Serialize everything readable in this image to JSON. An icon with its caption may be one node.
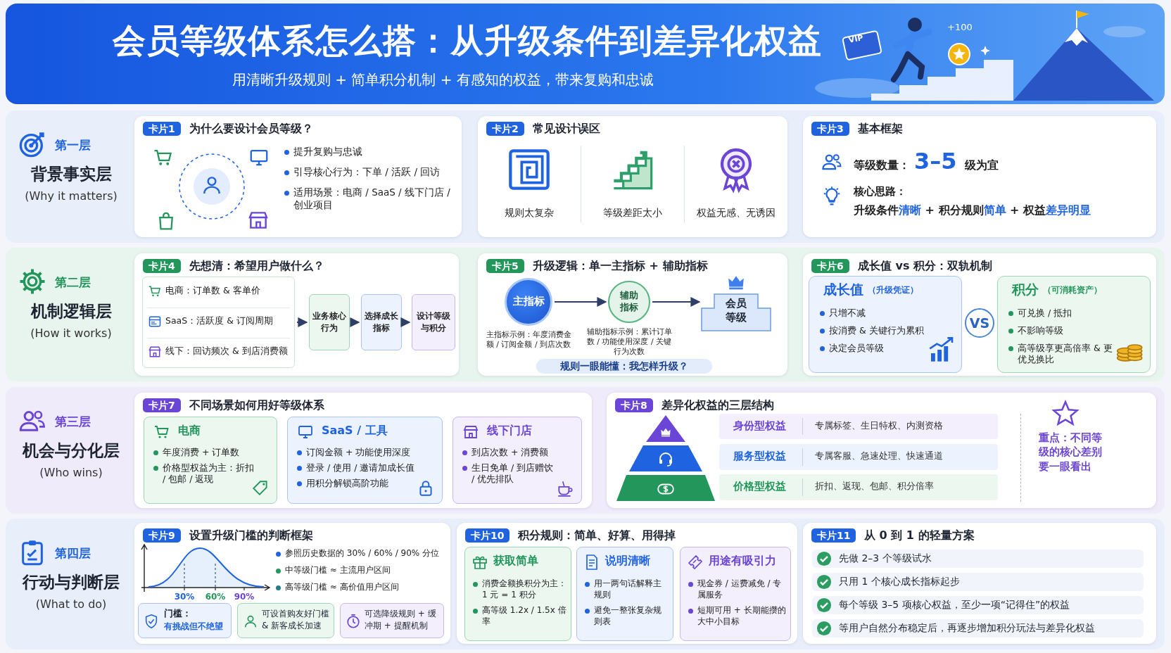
{
  "diagram": {
    "nodes": [
      {
        "text": [
          "会员等级体系怎么搭：从升级条件到差异化权益",
          "用清晰升级规则 + 简单积分机制 + 有感知的权益，带来复购和忠诚"
        ]
      },
      {
        "text": [
          "第一层",
          "背景事实层",
          "(Why it matters)"
        ]
      },
      {
        "text": [
          "卡片1",
          "为什么要设计会员等级？",
          "提升复购与忠诚",
          "引导核心行为：下单 / 活跃 / 回访",
          "适用场景：电商 / SaaS / 线下门店 / 创业项目"
        ],
        "in": 1
      },
      {
        "text": [
          "卡片2",
          "常见设计误区",
          "规则太复杂",
          "等级差距太小",
          "权益无感、无诱因"
        ],
        "in": 1
      },
      {
        "text": [
          "卡片3",
          "基本框架",
          "等级数量：**3–5** 级为宜",
          "核心思路：",
          "升级条件**清晰** + 积分规则**简单** + 权益**差异明显**"
        ],
        "in": 1
      },
      {
        "text": [
          "第二层",
          "机制逻辑层",
          "(How it works)"
        ]
      },
      {
        "text": [
          "卡片4",
          "先想清：希望用户做什么？"
        ],
        "in": 5
      },
      {
        "text": [
          "电商：订单数 & 客单价",
          "SaaS：活跃度 & 订阅周期",
          "线下：回访频次 & 到店消费额"
        ],
        "in": 6
      },
      {
        "text": [
          "业务核心行为"
        ],
        "in": 6
      },
      {
        "text": [
          "选择成长指标"
        ],
        "in": 6
      },
      {
        "text": [
          "设计等级与积分"
        ],
        "in": 6
      },
      {
        "text": [
          "卡片5",
          "升级逻辑：单一主指标 + 辅助指标"
        ],
        "in": 5
      },
      {
        "text": [
          "主指标"
        ],
        "beside": [
          "主指标示例：年度消费金额 / 订阅金额 / 到店次数"
        ],
        "in": 11
      },
      {
        "text": [
          "辅助指标"
        ],
        "beside": [
          "辅助指标示例：累计订单数 / 功能使用深度 / 关键行为次数"
        ],
        "in": 11
      },
      {
        "text": [
          "会员等级"
        ],
        "in": 11
      },
      {
        "text": [
          "规则一眼能懂：我怎样升级？"
        ],
        "in": 11
      },
      {
        "text": [
          "卡片6",
          "成长值 vs 积分：双轨机制"
        ],
        "in": 5
      },
      {
        "text": [
          "成长值",
          "（升级凭证）",
          "只增不减",
          "按消费 & 关键行为累积",
          "决定会员等级"
        ],
        "in": 16
      },
      {
        "text": [
          "VS"
        ],
        "in": 16
      },
      {
        "text": [
          "积分",
          "（可消耗资产）",
          "可兑换 / 抵扣",
          "不影响等级",
          "高等级享更高倍率 & 更优兑换比"
        ],
        "in": 16
      },
      {
        "text": [
          "第三层",
          "机会与分化层",
          "(Who wins)"
        ]
      },
      {
        "text": [
          "卡片7",
          "不同场景如何用好等级体系"
        ],
        "in": 20
      },
      {
        "text": [
          "电商",
          "年度消费 + 订单数",
          "价格型权益为主：折扣 / 包邮 / 返现"
        ],
        "in": 21
      },
      {
        "text": [
          "SaaS / 工具",
          "订阅金额 + 功能使用深度",
          "登录 / 使用 / 邀请加成长值",
          "用积分解锁高阶功能"
        ],
        "in": 21
      },
      {
        "text": [
          "线下门店",
          "到店次数 + 消费额",
          "生日免单 / 到店赠饮 / 优先排队"
        ],
        "in": 21
      },
      {
        "text": [
          "卡片8",
          "差异化权益的三层结构",
          "重点：不同等级的核心差别要一眼看出"
        ],
        "in": 20
      },
      {
        "text": [
          "身份型权益",
          "专属标签、生日特权、内测资格"
        ],
        "in": 25
      },
      {
        "text": [
          "服务型权益",
          "专属客服、急速处理、快速通道"
        ],
        "in": 25
      },
      {
        "text": [
          "价格型权益",
          "折扣、返现、包邮、积分倍率"
        ],
        "in": 25
      },
      {
        "text": [
          "第四层",
          "行动与判断层",
          "(What to do)"
        ]
      },
      {
        "text": [
          "卡片9",
          "设置升级门槛的判断框架",
          "参照历史数据的 30% / 60% / 90% 分位",
          "中等级门槛 ≈ 主流用户区间",
          "高等级门槛 ≈ 高价值用户区间",
          "30%",
          "60%",
          "90%"
        ],
        "in": 29
      },
      {
        "text": [
          "门槛：",
          "有挑战但不绝望"
        ],
        "in": 30
      },
      {
        "text": [
          "可设首购友好门槛 & 新客成长加速"
        ],
        "in": 30
      },
      {
        "text": [
          "可选降级规则 + 缓冲期 + 提醒机制"
        ],
        "in": 30
      },
      {
        "text": [
          "卡片10",
          "积分规则：简单、好算、用得掉"
        ],
        "in": 29
      },
      {
        "text": [
          "获取简单",
          "消费金额换积分为主：1 元 = 1 积分",
          "高等级 1.2x / 1.5x 倍率"
        ],
        "in": 34
      },
      {
        "text": [
          "说明清晰",
          "用一两句话解释主规则",
          "避免一整张复杂规则表"
        ],
        "in": 34
      },
      {
        "text": [
          "用途有吸引力",
          "现金券 / 运费减免 / 专属服务",
          "短期可用 + 长期能攒的大中小目标"
        ],
        "in": 34
      },
      {
        "text": [
          "卡片11",
          "从 0 到 1 的轻量方案"
        ],
        "in": 29
      },
      {
        "text": [
          "先做 2–3 个等级试水"
        ],
        "in": 38
      },
      {
        "text": [
          "只用 1 个核心成长指标起步"
        ],
        "in": 38
      },
      {
        "text": [
          "每个等级 3–5 项核心权益，至少一项“记得住”的权益"
        ],
        "in": 38
      },
      {
        "text": [
          "等用户自然分布稳定后，再逐步增加积分玩法与差异化权益"
        ],
        "in": 38
      }
    ],
    "edges": [
      {
        "from": 7,
        "to": 8,
        "arrow": "to"
      },
      {
        "from": 8,
        "to": 9,
        "arrow": "to"
      },
      {
        "from": 9,
        "to": 10,
        "arrow": "to"
      },
      {
        "from": 12,
        "to": 13,
        "arrow": "to"
      },
      {
        "from": 13,
        "to": 14,
        "arrow": "to"
      }
    ],
    "labels": [
      "VIP",
      "+100"
    ]
  }
}
